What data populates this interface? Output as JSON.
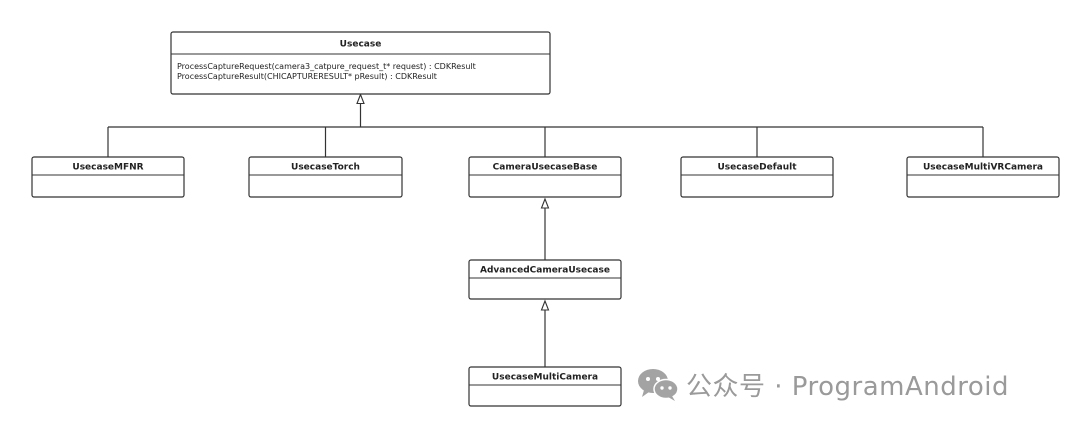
{
  "diagram": {
    "classes": [
      {
        "id": "usecase",
        "name": "Usecase",
        "members": [
          "ProcessCaptureRequest(camera3_catpure_request_t* request) : CDKResult",
          "ProcessCaptureResult(CHICAPTURERESULT* pResult) : CDKResult"
        ]
      },
      {
        "id": "usecase-mfnr",
        "name": "UsecaseMFNR",
        "members": []
      },
      {
        "id": "usecase-torch",
        "name": "UsecaseTorch",
        "members": []
      },
      {
        "id": "camera-usecase-base",
        "name": "CameraUsecaseBase",
        "members": []
      },
      {
        "id": "usecase-default",
        "name": "UsecaseDefault",
        "members": []
      },
      {
        "id": "usecase-multi-vr-camera",
        "name": "UsecaseMultiVRCamera",
        "members": []
      },
      {
        "id": "advanced-camera-usecase",
        "name": "AdvancedCameraUsecase",
        "members": []
      },
      {
        "id": "usecase-multi-camera",
        "name": "UsecaseMultiCamera",
        "members": []
      }
    ],
    "inheritance": [
      {
        "child": "usecase-mfnr",
        "parent": "usecase"
      },
      {
        "child": "usecase-torch",
        "parent": "usecase"
      },
      {
        "child": "camera-usecase-base",
        "parent": "usecase"
      },
      {
        "child": "usecase-default",
        "parent": "usecase"
      },
      {
        "child": "usecase-multi-vr-camera",
        "parent": "usecase"
      },
      {
        "child": "advanced-camera-usecase",
        "parent": "camera-usecase-base"
      },
      {
        "child": "usecase-multi-camera",
        "parent": "advanced-camera-usecase"
      }
    ]
  },
  "watermark": {
    "icon": "wechat-icon",
    "text": "公众号 · ProgramAndroid"
  }
}
